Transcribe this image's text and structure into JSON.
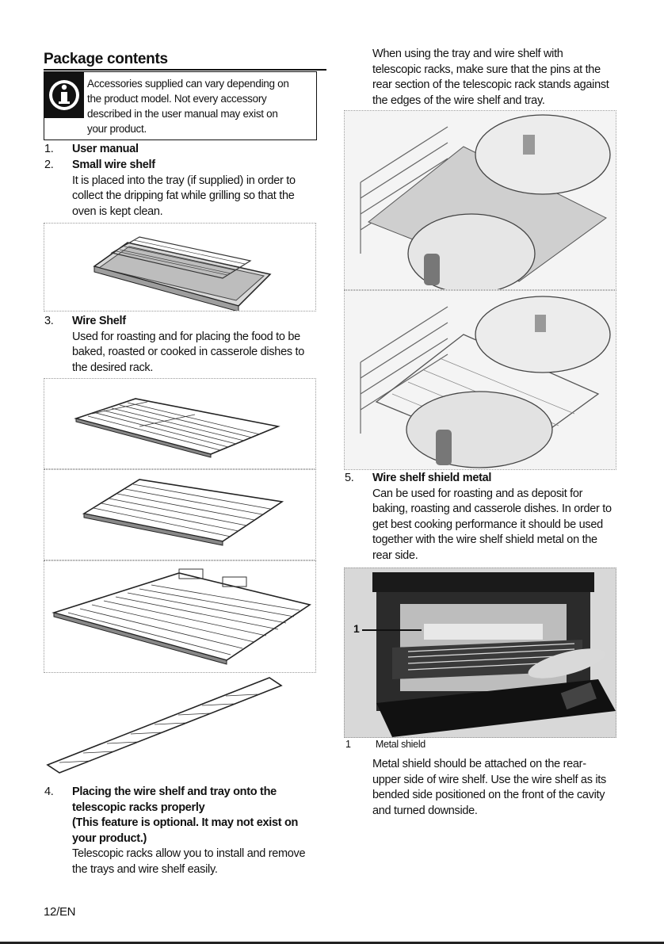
{
  "left": {
    "title": "Package contents",
    "info_note": [
      "Accessories supplied can vary depending on",
      "the product model. Not every accessory",
      "described in the user manual may exist on",
      "your product."
    ],
    "items": [
      {
        "num": "1.",
        "title": "User manual"
      },
      {
        "num": "2.",
        "title": "Small wire shelf",
        "lines": [
          "It is placed into the tray (if supplied) in order to",
          "collect the dripping fat while grilling so that the",
          "oven is kept clean."
        ]
      },
      {
        "num": "3.",
        "title": "Wire Shelf",
        "lines": [
          "Used for roasting and for placing the food to be",
          "baked, roasted or cooked in casserole dishes to",
          "the desired rack."
        ]
      },
      {
        "num": "4.",
        "title_lines": [
          "Placing the wire shelf and tray onto the",
          "telescopic racks properly",
          "(This feature is optional. It may not exist on",
          "your product.)"
        ],
        "lines": [
          "Telescopic racks allow you to install and remove",
          "the trays and wire shelf easily."
        ]
      }
    ]
  },
  "right": {
    "intro": [
      "When using the tray and wire shelf with",
      "telescopic racks, make sure that the pins at the",
      "rear section of the telescopic rack stands against",
      "the edges of the wire shelf and tray."
    ],
    "item5": {
      "num": "5.",
      "title": "Wire shelf shield metal",
      "lines": [
        "Can be used for roasting and as deposit for",
        "baking, roasting and casserole dishes. In order to",
        "get best cooking performance it should be used",
        "together with the wire shelf shield metal on the",
        "rear side."
      ]
    },
    "photo_callout": "1",
    "legend": {
      "num": "1",
      "label": "Metal shield"
    },
    "after": [
      "Metal shield should be attached on the rear-",
      "upper side of wire shelf. Use the wire shelf as its",
      "bended side positioned on the front of the cavity",
      "and turned downside."
    ]
  },
  "footer": {
    "page": "12/EN"
  }
}
